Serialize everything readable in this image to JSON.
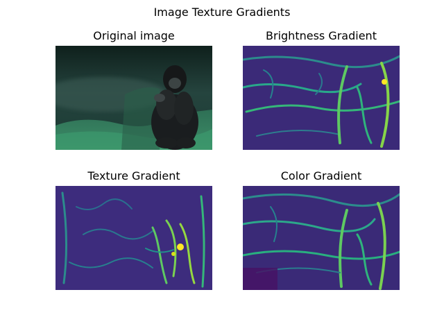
{
  "figure": {
    "title": "Image Texture Gradients"
  },
  "panels": [
    {
      "title": "Original image",
      "kind": "photo",
      "subject": "gorilla-on-grass"
    },
    {
      "title": "Brightness Gradient",
      "kind": "gradient-map",
      "colormap": "viridis"
    },
    {
      "title": "Texture Gradient",
      "kind": "gradient-map",
      "colormap": "viridis"
    },
    {
      "title": "Color Gradient",
      "kind": "gradient-map",
      "colormap": "viridis"
    }
  ],
  "colors": {
    "viridis_low": "#440154",
    "viridis_mid": "#21918c",
    "viridis_high": "#fde725",
    "photo_bg": "#1f3b36",
    "photo_grass": "#2f7d5a",
    "photo_gorilla": "#1a1d1f"
  }
}
